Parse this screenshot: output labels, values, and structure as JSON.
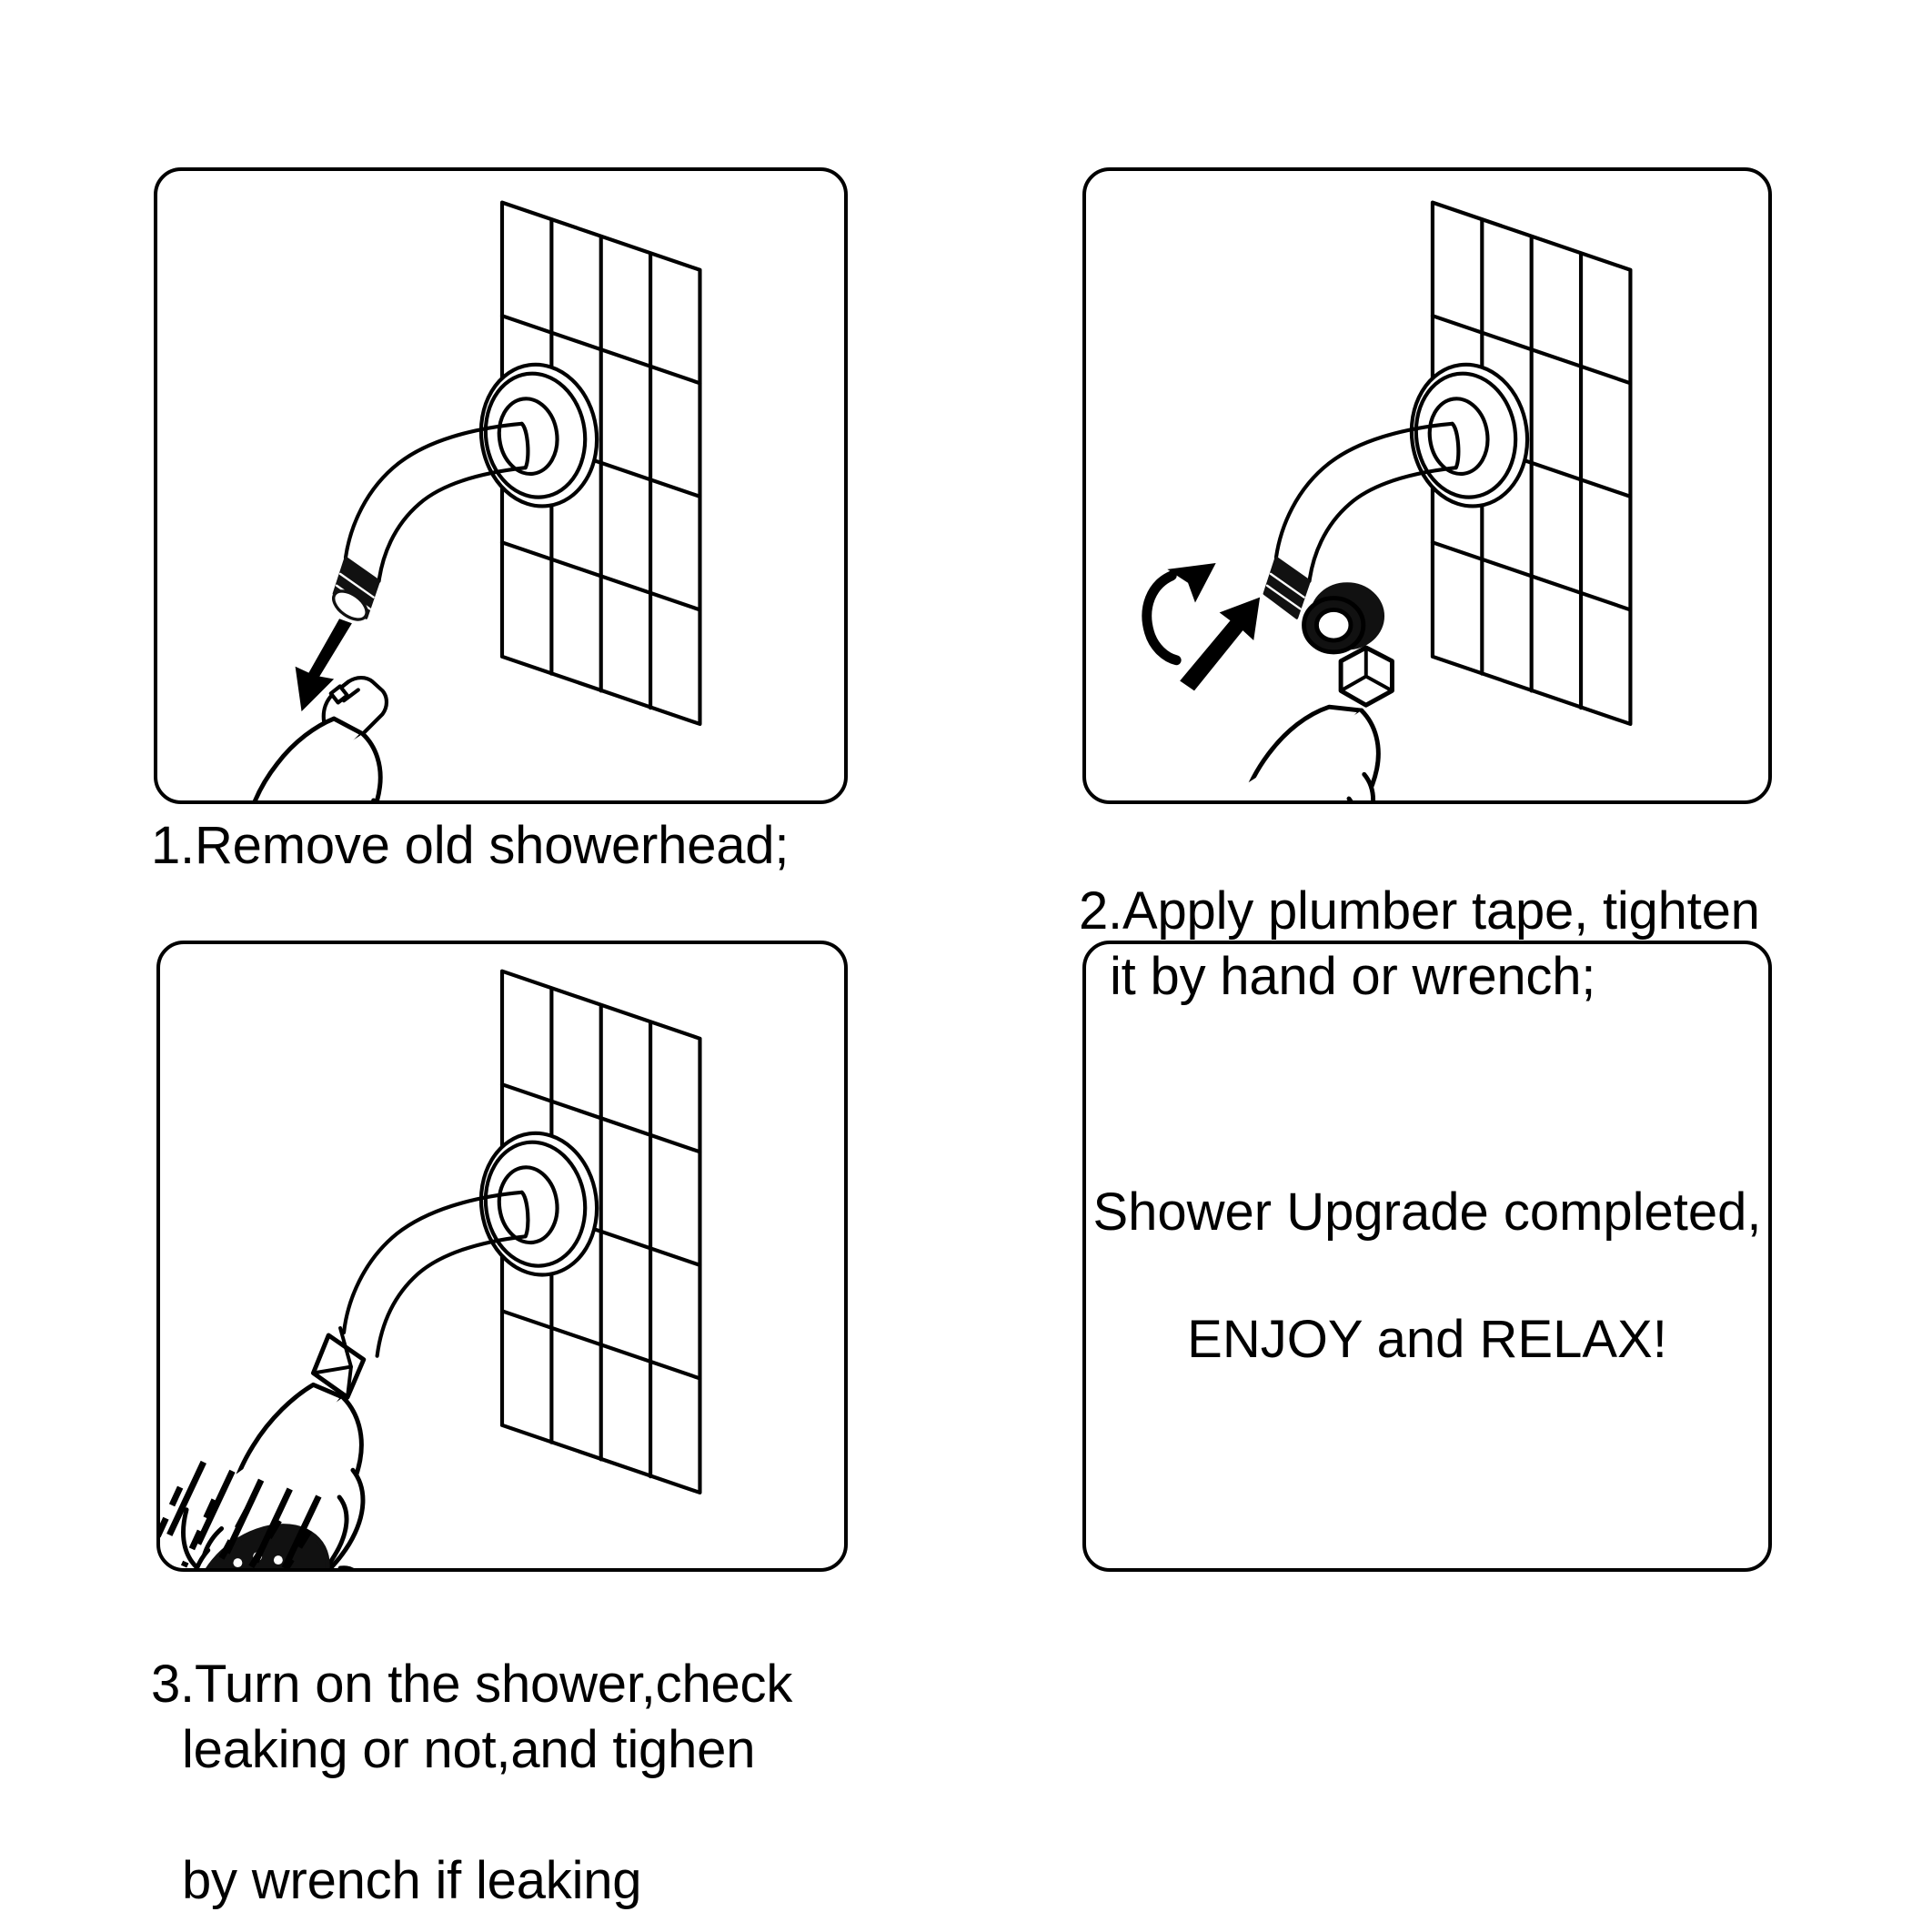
{
  "document": {
    "title": "Shower Head Installation Instructions",
    "background_color": "#ffffff",
    "line_color": "#000000",
    "panel_count": 4
  },
  "steps": [
    {
      "id": "step-1",
      "number": "1.",
      "caption": "1.Remove old showerhead;",
      "illustration": "tiled-wall-with-shower-arm-and-detached-showerhead-with-down-arrow",
      "icons": [
        "tiled-wall",
        "escutcheon-flange",
        "curved-shower-arm",
        "threaded-arm-tip",
        "down-arrow",
        "showerhead"
      ]
    },
    {
      "id": "step-2",
      "number": "2.",
      "caption_line_1": "2.Apply plumber tape, tighten",
      "caption_line_2": "it by hand or wrench;",
      "illustration": "shower-arm-with-tape-ring-and-rotation-arrows-plus-showerhead-nut",
      "icons": [
        "tiled-wall",
        "escutcheon-flange",
        "curved-shower-arm",
        "threaded-arm-tip",
        "plumber-tape-ring",
        "rotate-arrow",
        "straight-arrow",
        "showerhead-with-hex-nut"
      ]
    },
    {
      "id": "step-3",
      "number": "3.",
      "caption_line_1": "3.Turn on the shower,check",
      "caption_line_2": "leaking or not,and tighen",
      "caption_line_3": "by wrench if leaking",
      "illustration": "installed-showerhead-spraying-water",
      "icons": [
        "tiled-wall",
        "escutcheon-flange",
        "curved-shower-arm",
        "installed-showerhead",
        "water-spray"
      ]
    },
    {
      "id": "step-4",
      "number": "",
      "final_line_1": "Shower Upgrade completed,",
      "final_line_2": "ENJOY and RELAX!",
      "illustration": "none",
      "icons": []
    }
  ]
}
